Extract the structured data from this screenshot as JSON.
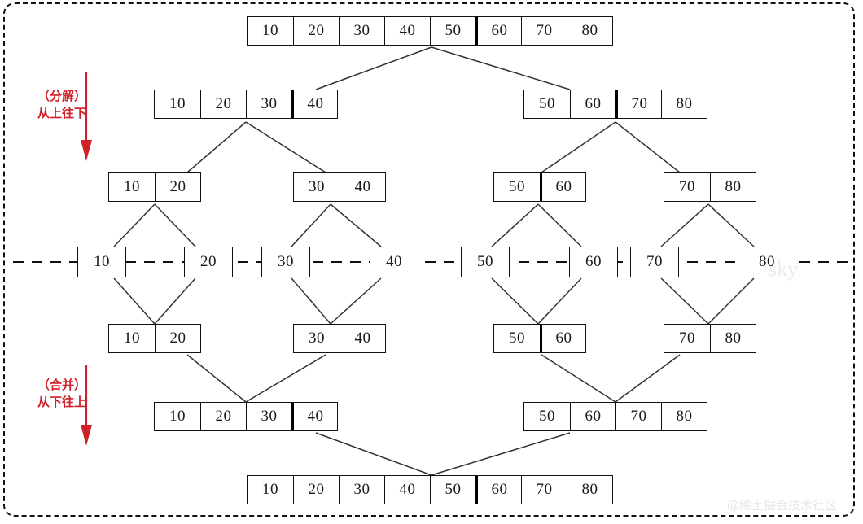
{
  "diagram": {
    "title": "merge-sort-divide-and-conquer",
    "colors": {
      "box_border": "#111111",
      "split_divider": "#000000",
      "annotation_red": "#d1202a",
      "connector": "#333333",
      "dashed_axis": "#111111",
      "watermark": "#e6e6e6",
      "background": "#ffffff"
    },
    "annotations": [
      {
        "id": "divide",
        "line1": "（分解）",
        "line2": "从上往下",
        "arrow": "down-arrow-icon"
      },
      {
        "id": "merge",
        "line1": "（合并）",
        "line2": "从下往上",
        "arrow": "down-arrow-icon"
      }
    ],
    "watermarks": {
      "sky": "sky",
      "brand": "@稀土掘金技术社区"
    },
    "levels": [
      {
        "id": "level-0-top",
        "phase": "divide",
        "groups": [
          {
            "id": "g0",
            "values": [
              "10",
              "20",
              "30",
              "40",
              "50",
              "60",
              "70",
              "80"
            ],
            "split_before_index": 5
          }
        ]
      },
      {
        "id": "level-1-divide",
        "phase": "divide",
        "groups": [
          {
            "id": "g1a",
            "values": [
              "10",
              "20",
              "30",
              "40"
            ],
            "split_before_index": 3
          },
          {
            "id": "g1b",
            "values": [
              "50",
              "60",
              "70",
              "80"
            ],
            "split_before_index": 2
          }
        ]
      },
      {
        "id": "level-2-divide",
        "phase": "divide",
        "groups": [
          {
            "id": "g2a",
            "values": [
              "10",
              "20"
            ],
            "split_before_index": -1
          },
          {
            "id": "g2b",
            "values": [
              "30",
              "40"
            ],
            "split_before_index": -1
          },
          {
            "id": "g2c",
            "values": [
              "50",
              "60"
            ],
            "split_before_index": 1
          },
          {
            "id": "g2d",
            "values": [
              "70",
              "80"
            ],
            "split_before_index": -1
          }
        ]
      },
      {
        "id": "level-3-singles",
        "phase": "base",
        "groups": [
          {
            "id": "s1",
            "values": [
              "10"
            ],
            "split_before_index": -1
          },
          {
            "id": "s2",
            "values": [
              "20"
            ],
            "split_before_index": -1
          },
          {
            "id": "s3",
            "values": [
              "30"
            ],
            "split_before_index": -1
          },
          {
            "id": "s4",
            "values": [
              "40"
            ],
            "split_before_index": -1
          },
          {
            "id": "s5",
            "values": [
              "50"
            ],
            "split_before_index": -1
          },
          {
            "id": "s6",
            "values": [
              "60"
            ],
            "split_before_index": -1
          },
          {
            "id": "s7",
            "values": [
              "70"
            ],
            "split_before_index": -1
          },
          {
            "id": "s8",
            "values": [
              "80"
            ],
            "split_before_index": -1
          }
        ]
      },
      {
        "id": "level-4-merge",
        "phase": "merge",
        "groups": [
          {
            "id": "m2a",
            "values": [
              "10",
              "20"
            ],
            "split_before_index": -1
          },
          {
            "id": "m2b",
            "values": [
              "30",
              "40"
            ],
            "split_before_index": -1
          },
          {
            "id": "m2c",
            "values": [
              "50",
              "60"
            ],
            "split_before_index": 1
          },
          {
            "id": "m2d",
            "values": [
              "70",
              "80"
            ],
            "split_before_index": -1
          }
        ]
      },
      {
        "id": "level-5-merge",
        "phase": "merge",
        "groups": [
          {
            "id": "m1a",
            "values": [
              "10",
              "20",
              "30",
              "40"
            ],
            "split_before_index": 3
          },
          {
            "id": "m1b",
            "values": [
              "50",
              "60",
              "70",
              "80"
            ],
            "split_before_index": -1
          }
        ]
      },
      {
        "id": "level-6-bottom",
        "phase": "merge",
        "groups": [
          {
            "id": "m0",
            "values": [
              "10",
              "20",
              "30",
              "40",
              "50",
              "60",
              "70",
              "80"
            ],
            "split_before_index": 5
          }
        ]
      }
    ]
  }
}
